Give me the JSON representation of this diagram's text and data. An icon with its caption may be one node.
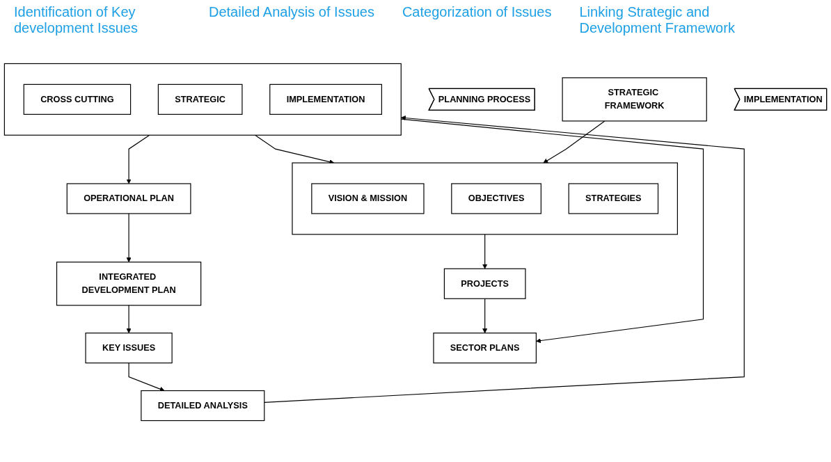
{
  "diagram": {
    "nodes": [
      {
        "text": [
          "PLANNING PROCESS"
        ]
      },
      {
        "text": [
          "KEY ISSUES"
        ]
      },
      {
        "text": [
          "DETAILED ANALYSIS"
        ]
      },
      {
        "text": [],
        "shape": "box"
      },
      {
        "text": [
          "CROSS CUTTING"
        ],
        "in": 3
      },
      {
        "text": [
          "STRATEGIC"
        ],
        "in": 3
      },
      {
        "text": [
          "IMPLEMENTATION"
        ],
        "in": 3
      },
      {
        "text": [
          "STRATEGIC FRAMEWORK"
        ]
      },
      {
        "text": [],
        "shape": "box"
      },
      {
        "text": [
          "VISION & MISSION"
        ],
        "in": 8
      },
      {
        "text": [
          "OBJECTIVES"
        ],
        "in": 8
      },
      {
        "text": [
          "STRATEGIES"
        ],
        "in": 8
      },
      {
        "text": [
          "PROJECTS"
        ]
      },
      {
        "text": [
          "IMPLEMENTATION"
        ]
      },
      {
        "text": [
          "INTEGRATED DEVELOPMENT PLAN"
        ]
      },
      {
        "text": [
          "OPERATIONAL PLAN"
        ]
      },
      {
        "text": [
          "SECTOR PLANS"
        ]
      }
    ],
    "edges": [
      {
        "from": 1,
        "to": 2,
        "arrow": "to"
      },
      {
        "from": 2,
        "to": 3,
        "arrow": "to"
      },
      {
        "from": 3,
        "to": 8,
        "arrow": "to"
      },
      {
        "from": 7,
        "to": 8,
        "arrow": "to"
      },
      {
        "from": 8,
        "to": 12,
        "arrow": "to"
      },
      {
        "from": 3,
        "to": 16,
        "arrow": "to"
      },
      {
        "from": 12,
        "to": 16,
        "arrow": "to"
      },
      {
        "from": 3,
        "to": 15,
        "arrow": "to"
      },
      {
        "from": 15,
        "to": 14,
        "arrow": "to"
      },
      {
        "from": 14,
        "to": 1,
        "arrow": "to"
      }
    ],
    "labels": [
      "Identification of Key development Issues",
      "Detailed Analysis of Issues",
      "Categorization of Issues",
      "Linking Strategic and Development Framework"
    ]
  }
}
